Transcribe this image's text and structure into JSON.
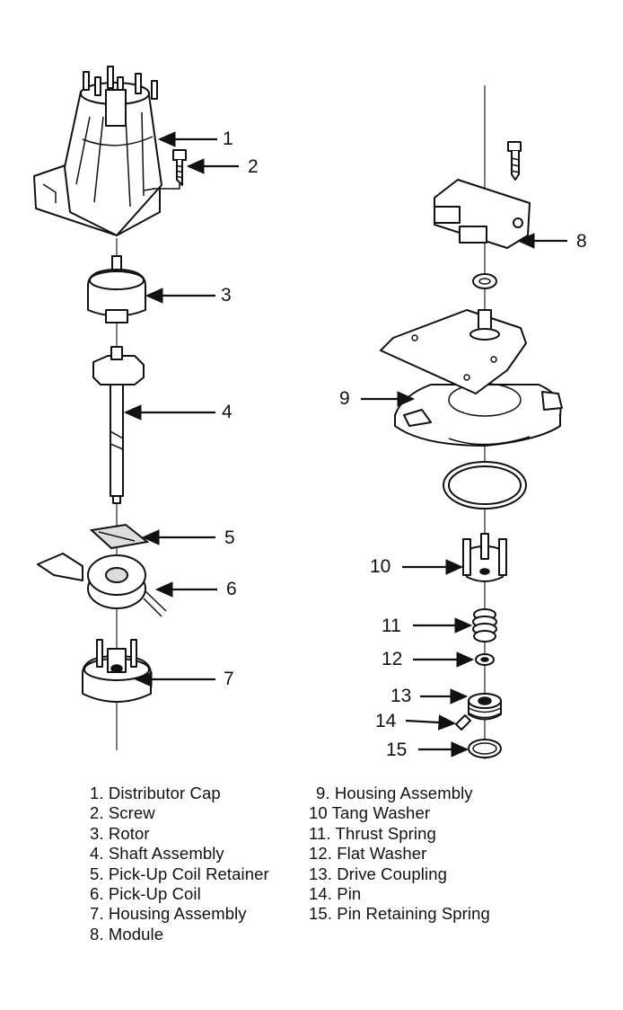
{
  "callouts": [
    {
      "num": "1"
    },
    {
      "num": "2"
    },
    {
      "num": "3"
    },
    {
      "num": "4"
    },
    {
      "num": "5"
    },
    {
      "num": "6"
    },
    {
      "num": "7"
    },
    {
      "num": "8"
    },
    {
      "num": "9"
    },
    {
      "num": "10"
    },
    {
      "num": "11"
    },
    {
      "num": "12"
    },
    {
      "num": "13"
    },
    {
      "num": "14"
    },
    {
      "num": "15"
    }
  ],
  "legend": {
    "left": [
      "1. Distributor Cap",
      "2. Screw",
      "3. Rotor",
      "4. Shaft Assembly",
      "5. Pick-Up Coil Retainer",
      "6. Pick-Up Coil",
      "7. Housing Assembly",
      "8. Module"
    ],
    "right": [
      "9. Housing Assembly",
      "10  Tang Washer",
      "11. Thrust Spring",
      "12. Flat Washer",
      "13. Drive Coupling",
      "14. Pin",
      "15. Pin Retaining Spring"
    ]
  }
}
